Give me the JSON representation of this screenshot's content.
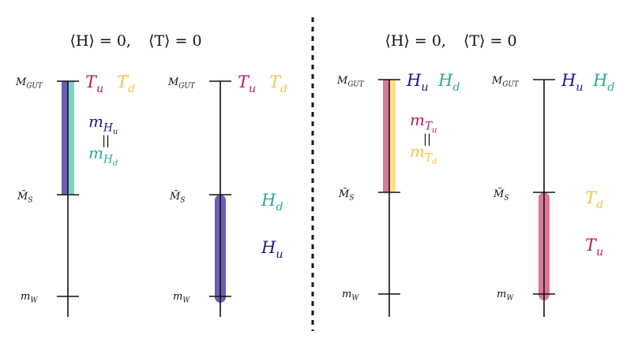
{
  "panels": [
    {
      "header": {
        "h": "⟨H⟩ = 0,",
        "t": "⟨T⟩ = 0"
      },
      "columns": [
        {
          "top_labels": [
            {
              "base": "T",
              "sub": "u",
              "color": "#c2185b"
            },
            {
              "base": "T",
              "sub": "d",
              "color": "#f6c343"
            }
          ],
          "bars": [
            {
              "from": "gut",
              "to": "ms",
              "color": "#6a5fb5"
            },
            {
              "from": "gut",
              "to": "ms",
              "color": "#7fd0c4"
            }
          ],
          "mass_eq": {
            "top": {
              "base": "m",
              "sub": "H",
              "subsub": "u",
              "color": "#1a1a8c"
            },
            "bot": {
              "base": "m",
              "sub": "H",
              "subsub": "d",
              "color": "#2aa89a"
            },
            "eq": "||"
          },
          "mid_labels": [],
          "axis_labels": {
            "gut": "M",
            "gut_sub": "GUT",
            "ms": "M̃",
            "ms_sub": "S",
            "mw": "m",
            "mw_sub": "W"
          }
        },
        {
          "top_labels": [
            {
              "base": "T",
              "sub": "u",
              "color": "#c2185b"
            },
            {
              "base": "T",
              "sub": "d",
              "color": "#f6c343"
            }
          ],
          "bars": [
            {
              "from": "ms",
              "to": "mw",
              "color": "#6a5fb5"
            }
          ],
          "mid_labels": [
            {
              "base": "H",
              "sub": "d",
              "color": "#2aa89a",
              "at": "ms"
            },
            {
              "base": "H",
              "sub": "u",
              "color": "#1a1a8c",
              "at": "low"
            }
          ],
          "axis_labels": {
            "gut": "M",
            "gut_sub": "GUT",
            "ms": "M̃",
            "ms_sub": "S",
            "mw": "m",
            "mw_sub": "W"
          }
        }
      ]
    },
    {
      "header": {
        "h": "⟨H⟩ = 0,",
        "t": "⟨T⟩ = 0"
      },
      "columns": [
        {
          "top_labels": [
            {
              "base": "H",
              "sub": "u",
              "color": "#1a1a8c"
            },
            {
              "base": "H",
              "sub": "d",
              "color": "#2aa89a"
            }
          ],
          "bars": [
            {
              "from": "gut",
              "to": "ms",
              "color": "#d9799a"
            },
            {
              "from": "gut",
              "to": "ms",
              "color": "#ffe08a"
            }
          ],
          "mass_eq": {
            "top": {
              "base": "m",
              "sub": "T",
              "subsub": "u",
              "color": "#c2185b"
            },
            "bot": {
              "base": "m",
              "sub": "T",
              "subsub": "d",
              "color": "#f6c343"
            },
            "eq": "||"
          },
          "mid_labels": [],
          "axis_labels": {
            "gut": "M",
            "gut_sub": "GUT",
            "ms": "M̃",
            "ms_sub": "S",
            "mw": "m",
            "mw_sub": "W"
          }
        },
        {
          "top_labels": [
            {
              "base": "H",
              "sub": "u",
              "color": "#1a1a8c"
            },
            {
              "base": "H",
              "sub": "d",
              "color": "#2aa89a"
            }
          ],
          "bars": [
            {
              "from": "ms",
              "to": "mw",
              "color": "#d9799a"
            }
          ],
          "mid_labels": [
            {
              "base": "T",
              "sub": "d",
              "color": "#f6c343",
              "at": "ms"
            },
            {
              "base": "T",
              "sub": "u",
              "color": "#c2185b",
              "at": "low"
            }
          ],
          "axis_labels": {
            "gut": "M",
            "gut_sub": "GUT",
            "ms": "M̃",
            "ms_sub": "S",
            "mw": "m",
            "mw_sub": "W"
          }
        }
      ]
    }
  ],
  "divider": {
    "style": "dashed"
  }
}
